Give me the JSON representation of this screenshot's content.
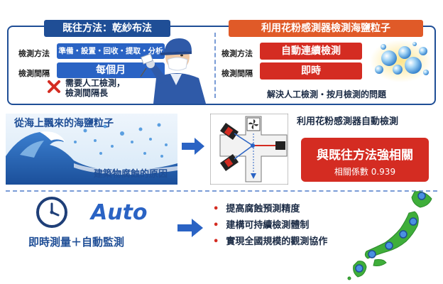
{
  "old_method": {
    "title": "既往方法：乾紗布法",
    "method_label": "檢測方法",
    "method_value": "準備・設置・回收・提取・分析",
    "interval_label": "檢測間隔",
    "interval_value": "每個月",
    "note_line1": "需要人工檢測，",
    "note_line2": "檢測間隔長"
  },
  "new_method": {
    "title": "利用花粉感測器檢測海鹽粒子",
    "method_label": "檢測方法",
    "method_value": "自動連續檢測",
    "interval_label": "檢測間隔",
    "interval_value": "即時",
    "solves": "解決人工檢測・按月檢測的問題"
  },
  "middle": {
    "sea_caption": "從海上飄來的海鹽粒子",
    "corrosion_caption": "建築物腐蝕的原因",
    "sensor_caption": "利用花粉感測器自動檢測",
    "result_main": "與既往方法強相關",
    "result_sub": "相關係數 0.939"
  },
  "bottom": {
    "auto_text": "Auto",
    "measure_caption": "即時測量＋自動監測",
    "benefits": [
      "提高腐蝕預測精度",
      "建構可持續檢測體制",
      "實現全國規模的觀測協作"
    ]
  },
  "colors": {
    "navy": "#1f4e96",
    "blue": "#2a63c4",
    "orange": "#e05a28",
    "red": "#d42c22"
  }
}
